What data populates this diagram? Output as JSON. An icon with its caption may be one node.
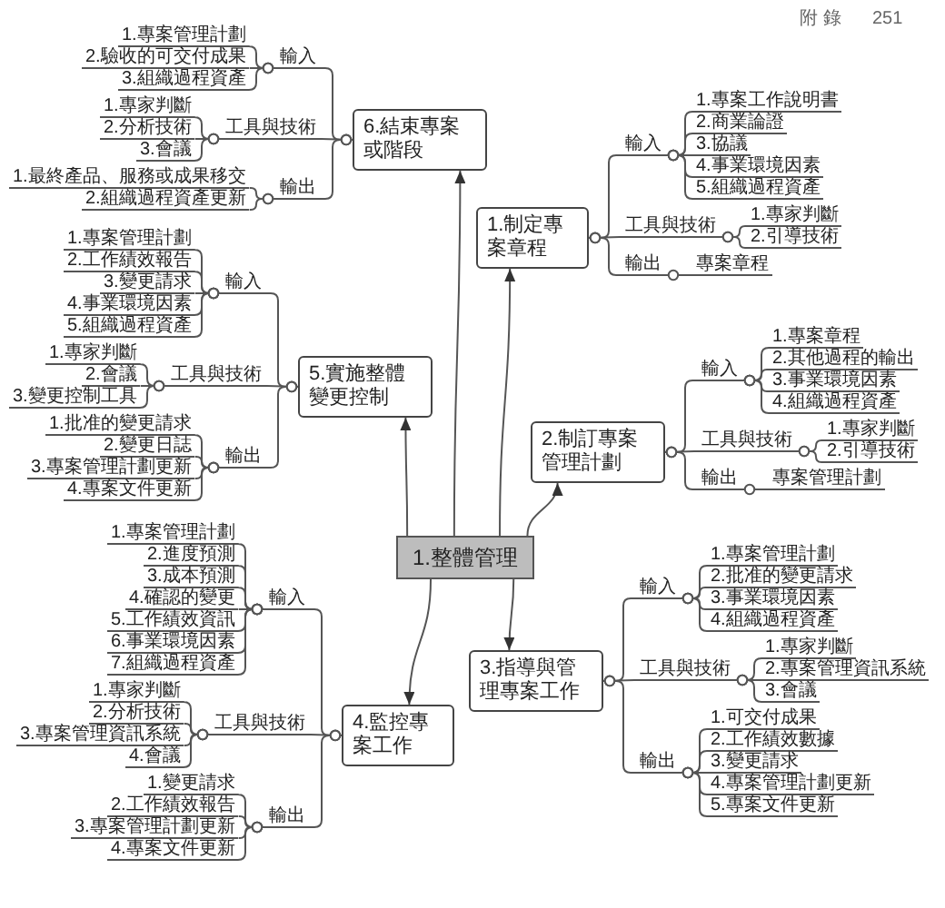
{
  "diagram": {
    "nodes": [
      {
        "text": [
          "1.整體管理"
        ]
      },
      {
        "text": [
          "1.制定專案章程"
        ]
      },
      {
        "text": [
          "輸入"
        ]
      },
      {
        "text": [
          "1.專案工作說明書"
        ]
      },
      {
        "text": [
          "2.商業論證"
        ]
      },
      {
        "text": [
          "3.協議"
        ]
      },
      {
        "text": [
          "4.事業環境因素"
        ]
      },
      {
        "text": [
          "5.組織過程資產"
        ]
      },
      {
        "text": [
          "工具與技術"
        ]
      },
      {
        "text": [
          "1.專家判斷"
        ]
      },
      {
        "text": [
          "2.引導技術"
        ]
      },
      {
        "text": [
          "輸出"
        ]
      },
      {
        "text": [
          "專案章程"
        ]
      },
      {
        "text": [
          "2.制訂專案管理計劃"
        ]
      },
      {
        "text": [
          "輸入"
        ]
      },
      {
        "text": [
          "1.專案章程"
        ]
      },
      {
        "text": [
          "2.其他過程的輸出"
        ]
      },
      {
        "text": [
          "3.事業環境因素"
        ]
      },
      {
        "text": [
          "4.組織過程資產"
        ]
      },
      {
        "text": [
          "工具與技術"
        ]
      },
      {
        "text": [
          "1.專家判斷"
        ]
      },
      {
        "text": [
          "2.引導技術"
        ]
      },
      {
        "text": [
          "輸出"
        ]
      },
      {
        "text": [
          "專案管理計劃"
        ]
      },
      {
        "text": [
          "3.指導與管理專案工作"
        ]
      },
      {
        "text": [
          "輸入"
        ]
      },
      {
        "text": [
          "1.專案管理計劃"
        ]
      },
      {
        "text": [
          "2.批准的變更請求"
        ]
      },
      {
        "text": [
          "3.事業環境因素"
        ]
      },
      {
        "text": [
          "4.組織過程資產"
        ]
      },
      {
        "text": [
          "工具與技術"
        ]
      },
      {
        "text": [
          "1.專家判斷"
        ]
      },
      {
        "text": [
          "2.專案管理資訊系統"
        ]
      },
      {
        "text": [
          "3.會議"
        ]
      },
      {
        "text": [
          "輸出"
        ]
      },
      {
        "text": [
          "1.可交付成果"
        ]
      },
      {
        "text": [
          "2.工作績效數據"
        ]
      },
      {
        "text": [
          "3.變更請求"
        ]
      },
      {
        "text": [
          "4.專案管理計劃更新"
        ]
      },
      {
        "text": [
          "5.專案文件更新"
        ]
      },
      {
        "text": [
          "4.監控專案工作"
        ]
      },
      {
        "text": [
          "輸入"
        ]
      },
      {
        "text": [
          "1.專案管理計劃"
        ]
      },
      {
        "text": [
          "2.進度預測"
        ]
      },
      {
        "text": [
          "3.成本預測"
        ]
      },
      {
        "text": [
          "4.確認的變更"
        ]
      },
      {
        "text": [
          "5.工作績效資訊"
        ]
      },
      {
        "text": [
          "6.事業環境因素"
        ]
      },
      {
        "text": [
          "7.組織過程資產"
        ]
      },
      {
        "text": [
          "工具與技術"
        ]
      },
      {
        "text": [
          "1.專家判斷"
        ]
      },
      {
        "text": [
          "2.分析技術"
        ]
      },
      {
        "text": [
          "3.專案管理資訊系統"
        ]
      },
      {
        "text": [
          "4.會議"
        ]
      },
      {
        "text": [
          "輸出"
        ]
      },
      {
        "text": [
          "1.變更請求"
        ]
      },
      {
        "text": [
          "2.工作績效報告"
        ]
      },
      {
        "text": [
          "3.專案管理計劃更新"
        ]
      },
      {
        "text": [
          "4.專案文件更新"
        ]
      },
      {
        "text": [
          "5.實施整體變更控制"
        ]
      },
      {
        "text": [
          "輸入"
        ]
      },
      {
        "text": [
          "1.專案管理計劃"
        ]
      },
      {
        "text": [
          "2.工作績效報告"
        ]
      },
      {
        "text": [
          "3.變更請求"
        ]
      },
      {
        "text": [
          "4.事業環境因素"
        ]
      },
      {
        "text": [
          "5.組織過程資產"
        ]
      },
      {
        "text": [
          "工具與技術"
        ]
      },
      {
        "text": [
          "1.專家判斷"
        ]
      },
      {
        "text": [
          "2.會議"
        ]
      },
      {
        "text": [
          "3.變更控制工具"
        ]
      },
      {
        "text": [
          "輸出"
        ]
      },
      {
        "text": [
          "1.批准的變更請求"
        ]
      },
      {
        "text": [
          "2.變更日誌"
        ]
      },
      {
        "text": [
          "3.專案管理計劃更新"
        ]
      },
      {
        "text": [
          "4.專案文件更新"
        ]
      },
      {
        "text": [
          "6.結束專案或階段"
        ]
      },
      {
        "text": [
          "輸入"
        ]
      },
      {
        "text": [
          "1.專案管理計劃"
        ]
      },
      {
        "text": [
          "2.驗收的可交付成果"
        ]
      },
      {
        "text": [
          "3.組織過程資產"
        ]
      },
      {
        "text": [
          "工具與技術"
        ]
      },
      {
        "text": [
          "1.專家判斷"
        ]
      },
      {
        "text": [
          "2.分析技術"
        ]
      },
      {
        "text": [
          "3.會議"
        ]
      },
      {
        "text": [
          "輸出"
        ]
      },
      {
        "text": [
          "1.最終產品、服務或成果移交"
        ]
      },
      {
        "text": [
          "2.組織過程資產更新"
        ]
      }
    ],
    "edges": [
      {
        "from": 0,
        "to": 1,
        "arrow": "to"
      },
      {
        "from": 0,
        "to": 13,
        "arrow": "to"
      },
      {
        "from": 0,
        "to": 24,
        "arrow": "to"
      },
      {
        "from": 0,
        "to": 40,
        "arrow": "to"
      },
      {
        "from": 0,
        "to": 59,
        "arrow": "to"
      },
      {
        "from": 0,
        "to": 75,
        "arrow": "to"
      },
      {
        "from": 1,
        "to": 2,
        "arrow": "other"
      },
      {
        "from": 1,
        "to": 8,
        "arrow": "other"
      },
      {
        "from": 1,
        "to": 11,
        "arrow": "other"
      },
      {
        "from": 2,
        "to": 3,
        "arrow": "other"
      },
      {
        "from": 2,
        "to": 4,
        "arrow": "other"
      },
      {
        "from": 2,
        "to": 5,
        "arrow": "other"
      },
      {
        "from": 2,
        "to": 6,
        "arrow": "other"
      },
      {
        "from": 2,
        "to": 7,
        "arrow": "other"
      },
      {
        "from": 8,
        "to": 9,
        "arrow": "other"
      },
      {
        "from": 8,
        "to": 10,
        "arrow": "other"
      },
      {
        "from": 11,
        "to": 12,
        "arrow": "other"
      },
      {
        "from": 13,
        "to": 14,
        "arrow": "other"
      },
      {
        "from": 13,
        "to": 19,
        "arrow": "other"
      },
      {
        "from": 13,
        "to": 22,
        "arrow": "other"
      },
      {
        "from": 14,
        "to": 15,
        "arrow": "other"
      },
      {
        "from": 14,
        "to": 16,
        "arrow": "other"
      },
      {
        "from": 14,
        "to": 17,
        "arrow": "other"
      },
      {
        "from": 14,
        "to": 18,
        "arrow": "other"
      },
      {
        "from": 19,
        "to": 20,
        "arrow": "other"
      },
      {
        "from": 19,
        "to": 21,
        "arrow": "other"
      },
      {
        "from": 22,
        "to": 23,
        "arrow": "other"
      },
      {
        "from": 24,
        "to": 25,
        "arrow": "other"
      },
      {
        "from": 24,
        "to": 30,
        "arrow": "other"
      },
      {
        "from": 24,
        "to": 34,
        "arrow": "other"
      },
      {
        "from": 25,
        "to": 26,
        "arrow": "other"
      },
      {
        "from": 25,
        "to": 27,
        "arrow": "other"
      },
      {
        "from": 25,
        "to": 28,
        "arrow": "other"
      },
      {
        "from": 25,
        "to": 29,
        "arrow": "other"
      },
      {
        "from": 30,
        "to": 31,
        "arrow": "other"
      },
      {
        "from": 30,
        "to": 32,
        "arrow": "other"
      },
      {
        "from": 30,
        "to": 33,
        "arrow": "other"
      },
      {
        "from": 34,
        "to": 35,
        "arrow": "other"
      },
      {
        "from": 34,
        "to": 36,
        "arrow": "other"
      },
      {
        "from": 34,
        "to": 37,
        "arrow": "other"
      },
      {
        "from": 34,
        "to": 38,
        "arrow": "other"
      },
      {
        "from": 34,
        "to": 39,
        "arrow": "other"
      },
      {
        "from": 40,
        "to": 41,
        "arrow": "other"
      },
      {
        "from": 40,
        "to": 49,
        "arrow": "other"
      },
      {
        "from": 40,
        "to": 54,
        "arrow": "other"
      },
      {
        "from": 41,
        "to": 42,
        "arrow": "other"
      },
      {
        "from": 41,
        "to": 43,
        "arrow": "other"
      },
      {
        "from": 41,
        "to": 44,
        "arrow": "other"
      },
      {
        "from": 41,
        "to": 45,
        "arrow": "other"
      },
      {
        "from": 41,
        "to": 46,
        "arrow": "other"
      },
      {
        "from": 41,
        "to": 47,
        "arrow": "other"
      },
      {
        "from": 41,
        "to": 48,
        "arrow": "other"
      },
      {
        "from": 49,
        "to": 50,
        "arrow": "other"
      },
      {
        "from": 49,
        "to": 51,
        "arrow": "other"
      },
      {
        "from": 49,
        "to": 52,
        "arrow": "other"
      },
      {
        "from": 49,
        "to": 53,
        "arrow": "other"
      },
      {
        "from": 54,
        "to": 55,
        "arrow": "other"
      },
      {
        "from": 54,
        "to": 56,
        "arrow": "other"
      },
      {
        "from": 54,
        "to": 57,
        "arrow": "other"
      },
      {
        "from": 54,
        "to": 58,
        "arrow": "other"
      },
      {
        "from": 59,
        "to": 60,
        "arrow": "other"
      },
      {
        "from": 59,
        "to": 66,
        "arrow": "other"
      },
      {
        "from": 59,
        "to": 70,
        "arrow": "other"
      },
      {
        "from": 60,
        "to": 61,
        "arrow": "other"
      },
      {
        "from": 60,
        "to": 62,
        "arrow": "other"
      },
      {
        "from": 60,
        "to": 63,
        "arrow": "other"
      },
      {
        "from": 60,
        "to": 64,
        "arrow": "other"
      },
      {
        "from": 60,
        "to": 65,
        "arrow": "other"
      },
      {
        "from": 66,
        "to": 67,
        "arrow": "other"
      },
      {
        "from": 66,
        "to": 68,
        "arrow": "other"
      },
      {
        "from": 66,
        "to": 69,
        "arrow": "other"
      },
      {
        "from": 70,
        "to": 71,
        "arrow": "other"
      },
      {
        "from": 70,
        "to": 72,
        "arrow": "other"
      },
      {
        "from": 70,
        "to": 73,
        "arrow": "other"
      },
      {
        "from": 70,
        "to": 74,
        "arrow": "other"
      },
      {
        "from": 75,
        "to": 76,
        "arrow": "other"
      },
      {
        "from": 75,
        "to": 80,
        "arrow": "other"
      },
      {
        "from": 75,
        "to": 84,
        "arrow": "other"
      },
      {
        "from": 76,
        "to": 77,
        "arrow": "other"
      },
      {
        "from": 76,
        "to": 78,
        "arrow": "other"
      },
      {
        "from": 76,
        "to": 79,
        "arrow": "other"
      },
      {
        "from": 80,
        "to": 81,
        "arrow": "other"
      },
      {
        "from": 80,
        "to": 82,
        "arrow": "other"
      },
      {
        "from": 80,
        "to": 83,
        "arrow": "other"
      },
      {
        "from": 84,
        "to": 85,
        "arrow": "other"
      },
      {
        "from": 84,
        "to": 86,
        "arrow": "other"
      }
    ],
    "labels": [
      "附 錄",
      "251"
    ]
  }
}
